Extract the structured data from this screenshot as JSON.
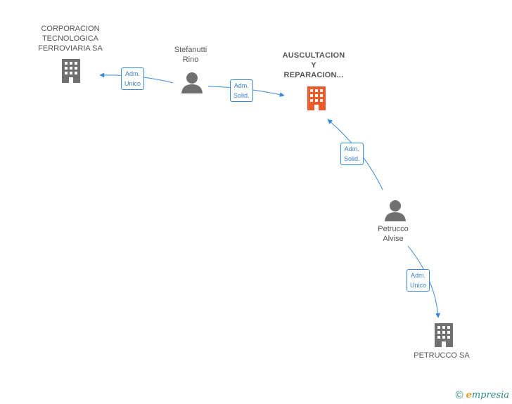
{
  "nodes": {
    "corporacion": {
      "label": "CORPORACION\nTECNOLOGICA\nFERROVIARIA SA",
      "type": "company",
      "color": "#707070"
    },
    "stefanutti": {
      "label": "Stefanutti\nRino",
      "type": "person",
      "color": "#707070"
    },
    "auscultacion": {
      "label": "AUSCULTACION\nY\nREPARACION...",
      "type": "company",
      "color": "#f05a2a"
    },
    "petrucco_person": {
      "label": "Petrucco\nAlvise",
      "type": "person",
      "color": "#707070"
    },
    "petrucco_sa": {
      "label": "PETRUCCO SA",
      "type": "company",
      "color": "#707070"
    }
  },
  "edges": [
    {
      "from": "stefanutti",
      "to": "corporacion",
      "label": "Adm.\nUnico"
    },
    {
      "from": "stefanutti",
      "to": "auscultacion",
      "label": "Adm.\nSolid."
    },
    {
      "from": "petrucco_person",
      "to": "auscultacion",
      "label": "Adm.\nSolid."
    },
    {
      "from": "petrucco_person",
      "to": "petrucco_sa",
      "label": "Adm.\nUnico"
    }
  ],
  "colors": {
    "edge": "#3b8ad9"
  },
  "footer": {
    "copyright_symbol": "©",
    "brand_initial": "e",
    "brand_rest": "mpresia"
  }
}
